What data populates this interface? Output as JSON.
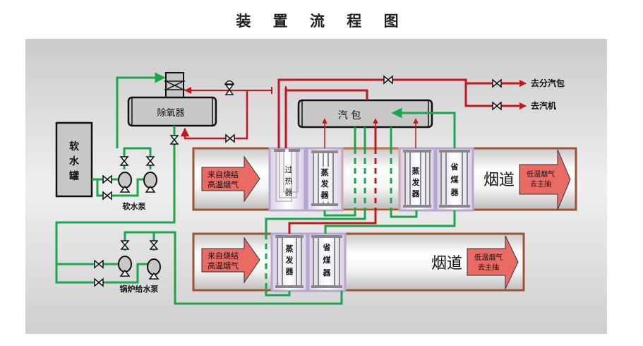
{
  "title": "装 置 流 程 图",
  "colors": {
    "steam": "#c4161c",
    "water": "#1aa64a",
    "duct_border": "#9b5533",
    "arrow_fill": "#ea6b64",
    "module_border": "#b8a6cf",
    "vessel_fill": "#c8c8c8"
  },
  "equipment": {
    "deaerator": "除氧器",
    "drum": "汽 包",
    "soft_water_tank": [
      "软",
      "水",
      "罐"
    ],
    "soft_water_pump": "软水泵",
    "boiler_feed_pump": "锅炉给水泵"
  },
  "outlets": {
    "to_sub_drum": "去分汽包",
    "to_turbine": "去汽机"
  },
  "duct_upper": {
    "inlet": [
      "来自烧结",
      "高温烟气"
    ],
    "modules": [
      {
        "name": "superheater",
        "label": [
          "过",
          "热",
          "器"
        ]
      },
      {
        "name": "evaporator-1",
        "label": [
          "蒸",
          "发",
          "器"
        ]
      },
      {
        "name": "evaporator-2",
        "label": [
          "蒸",
          "发",
          "器"
        ]
      },
      {
        "name": "economizer",
        "label": [
          "省",
          "煤",
          "器"
        ]
      }
    ],
    "duct_label": "烟道",
    "outlet": [
      "低温烟气",
      "去主抽"
    ]
  },
  "duct_lower": {
    "inlet": [
      "来自烧结",
      "高温烟气"
    ],
    "modules": [
      {
        "name": "evaporator",
        "label": [
          "蒸",
          "发",
          "器"
        ]
      },
      {
        "name": "economizer",
        "label": [
          "省",
          "煤",
          "器"
        ]
      }
    ],
    "duct_label": "烟道",
    "outlet": [
      "低温烟气",
      "去主抽"
    ]
  }
}
